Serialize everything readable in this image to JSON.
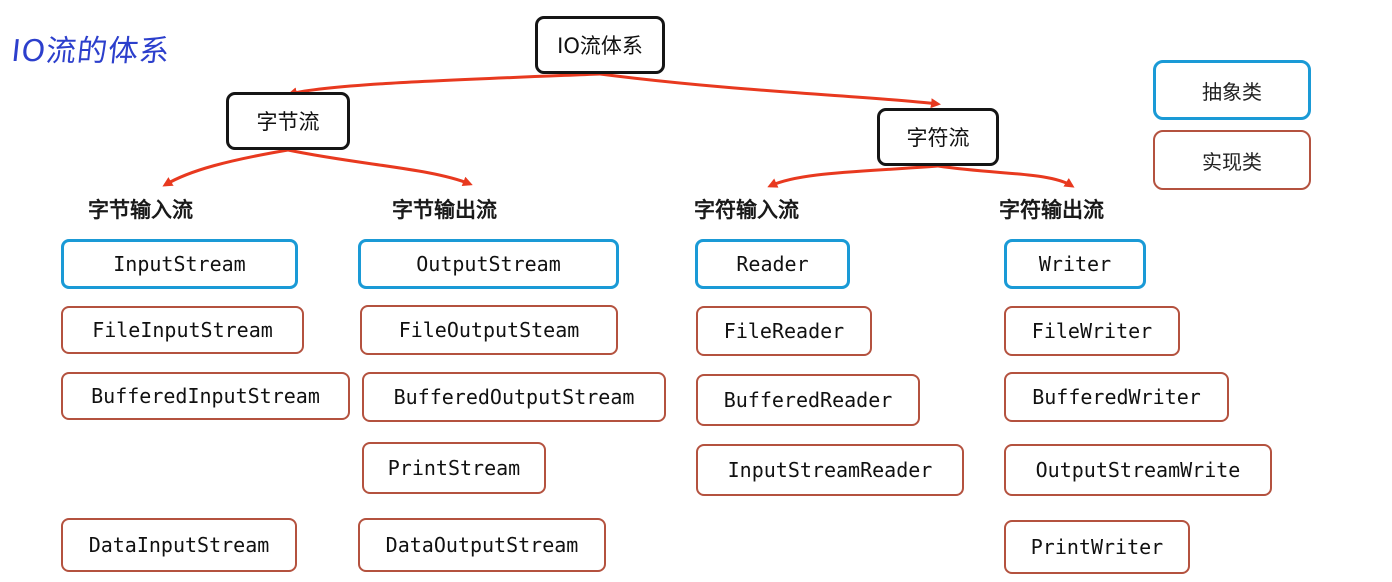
{
  "title": "IO流的体系",
  "root": "IO流体系",
  "branches": {
    "byte": {
      "label": "字节流",
      "input": {
        "label": "字节输入流",
        "abstract": "InputStream",
        "impls": [
          "FileInputStream",
          "BufferedInputStream",
          "DataInputStream"
        ]
      },
      "output": {
        "label": "字节输出流",
        "abstract": "OutputStream",
        "impls": [
          "FileOutputSteam",
          "BufferedOutputStream",
          "PrintStream",
          "DataOutputStream"
        ]
      }
    },
    "char": {
      "label": "字符流",
      "input": {
        "label": "字符输入流",
        "abstract": "Reader",
        "impls": [
          "FileReader",
          "BufferedReader",
          "InputStreamReader"
        ]
      },
      "output": {
        "label": "字符输出流",
        "abstract": "Writer",
        "impls": [
          "FileWriter",
          "BufferedWriter",
          "OutputStreamWrite",
          "PrintWriter"
        ]
      }
    }
  },
  "legend": {
    "abstract_label": "抽象类",
    "impl_label": "实现类"
  },
  "colors": {
    "title": "#2c3fcc",
    "abstract_border": "#1a9ad6",
    "impl_border": "#b4523f",
    "arrow": "#e8391f",
    "node_border": "#151515"
  }
}
